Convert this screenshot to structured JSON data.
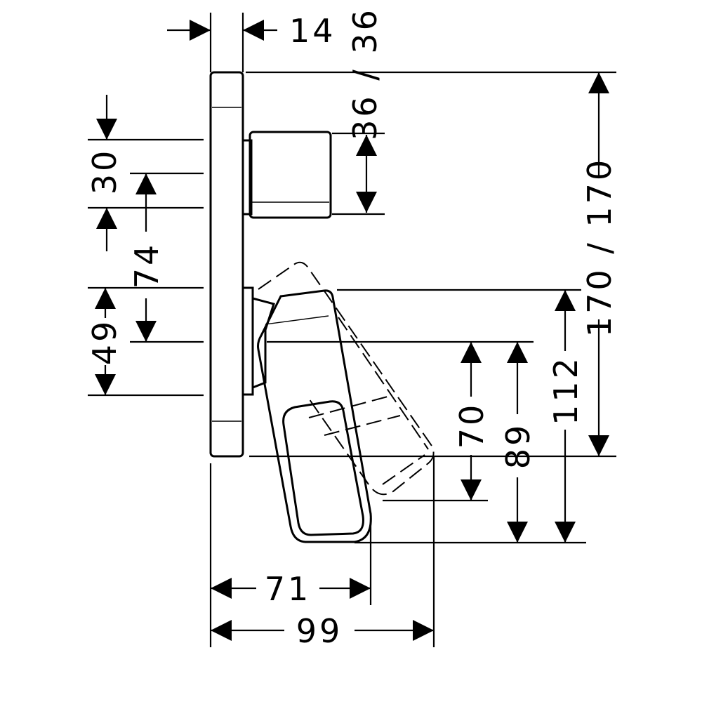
{
  "dimensions": {
    "wall_thickness": "14",
    "overall_depth": "36 / 36",
    "upper_offset": "36 / 36",
    "knob_height": "30",
    "knob_to_handle": "74",
    "handle_height": "49",
    "overall_height": "170 / 170",
    "outlet_drop": "112",
    "handle_drop": "89",
    "spout_drop": "70",
    "projection_short": "71",
    "projection_long": "99"
  },
  "colors": {
    "line": "#000000",
    "background": "#ffffff"
  }
}
